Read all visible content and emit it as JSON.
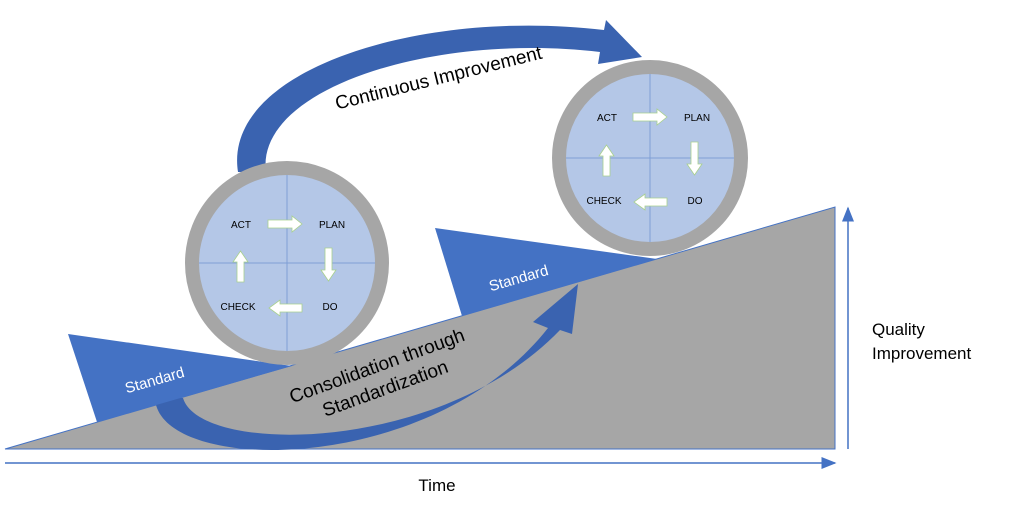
{
  "colors": {
    "ramp": "#a6a6a6",
    "standard": "#4472c4",
    "arrow": "#3a63b0",
    "circle_fill": "#b4c7e7",
    "circle_ring": "#a6a6a6",
    "axis": "#4472c4"
  },
  "labels": {
    "continuous": "Continuous Improvement",
    "consolidation_1": "Consolidation through",
    "consolidation_2": "Standardization",
    "standard_left": "Standard",
    "standard_right": "Standard",
    "time": "Time",
    "quality_1": "Quality",
    "quality_2": "Improvement"
  },
  "pdca": {
    "act": "ACT",
    "plan": "PLAN",
    "do": "DO",
    "check": "CHECK"
  }
}
